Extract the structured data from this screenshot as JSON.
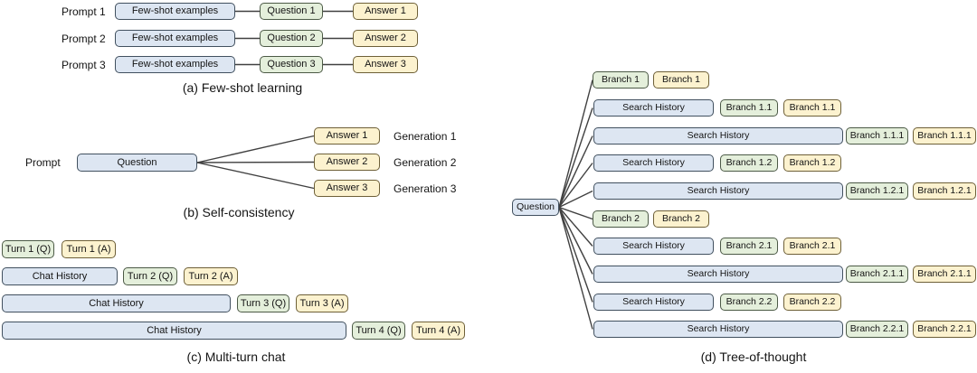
{
  "colors": {
    "blue_fill": "#dde6f2",
    "blue_border": "#41505f",
    "green_fill": "#e4efdb",
    "green_border": "#4c5a46",
    "yellow_fill": "#fcf2cf",
    "yellow_border": "#6e6038",
    "connector": "#404040",
    "text": "#141414",
    "background": "#ffffff"
  },
  "panel_a": {
    "caption": "(a) Few-shot learning",
    "rows": [
      {
        "label": "Prompt 1",
        "few_shot": "Few-shot examples",
        "question": "Question 1",
        "answer": "Answer 1"
      },
      {
        "label": "Prompt 2",
        "few_shot": "Few-shot examples",
        "question": "Question 2",
        "answer": "Answer 2"
      },
      {
        "label": "Prompt 3",
        "few_shot": "Few-shot examples",
        "question": "Question 3",
        "answer": "Answer 3"
      }
    ]
  },
  "panel_b": {
    "caption": "(b) Self-consistency",
    "prompt_label": "Prompt",
    "question": "Question",
    "rows": [
      {
        "answer": "Answer 1",
        "generation": "Generation 1"
      },
      {
        "answer": "Answer 2",
        "generation": "Generation 2"
      },
      {
        "answer": "Answer 3",
        "generation": "Generation 3"
      }
    ]
  },
  "panel_c": {
    "caption": "(c) Multi-turn chat",
    "rows": [
      {
        "history": null,
        "q": "Turn 1 (Q)",
        "a": "Turn 1 (A)"
      },
      {
        "history": "Chat History",
        "q": "Turn 2 (Q)",
        "a": "Turn 2 (A)"
      },
      {
        "history": "Chat History",
        "q": "Turn 3 (Q)",
        "a": "Turn 3 (A)"
      },
      {
        "history": "Chat History",
        "q": "Turn 4 (Q)",
        "a": "Turn 4 (A)"
      }
    ]
  },
  "panel_d": {
    "caption": "(d) Tree-of-thought",
    "question": "Question",
    "rows": [
      {
        "history": null,
        "q": "Branch 1",
        "a": "Branch 1"
      },
      {
        "history": "Search History",
        "q": "Branch 1.1",
        "a": "Branch 1.1"
      },
      {
        "history": "Search History",
        "q": "Branch 1.1.1",
        "a": "Branch 1.1.1"
      },
      {
        "history": "Search History",
        "q": "Branch 1.2",
        "a": "Branch 1.2"
      },
      {
        "history": "Search History",
        "q": "Branch 1.2.1",
        "a": "Branch 1.2.1"
      },
      {
        "history": null,
        "q": "Branch 2",
        "a": "Branch 2"
      },
      {
        "history": "Search History",
        "q": "Branch 2.1",
        "a": "Branch 2.1"
      },
      {
        "history": "Search History",
        "q": "Branch 2.1.1",
        "a": "Branch 2.1.1"
      },
      {
        "history": "Search History",
        "q": "Branch 2.2",
        "a": "Branch 2.2"
      },
      {
        "history": "Search History",
        "q": "Branch 2.2.1",
        "a": "Branch 2.2.1"
      }
    ]
  }
}
